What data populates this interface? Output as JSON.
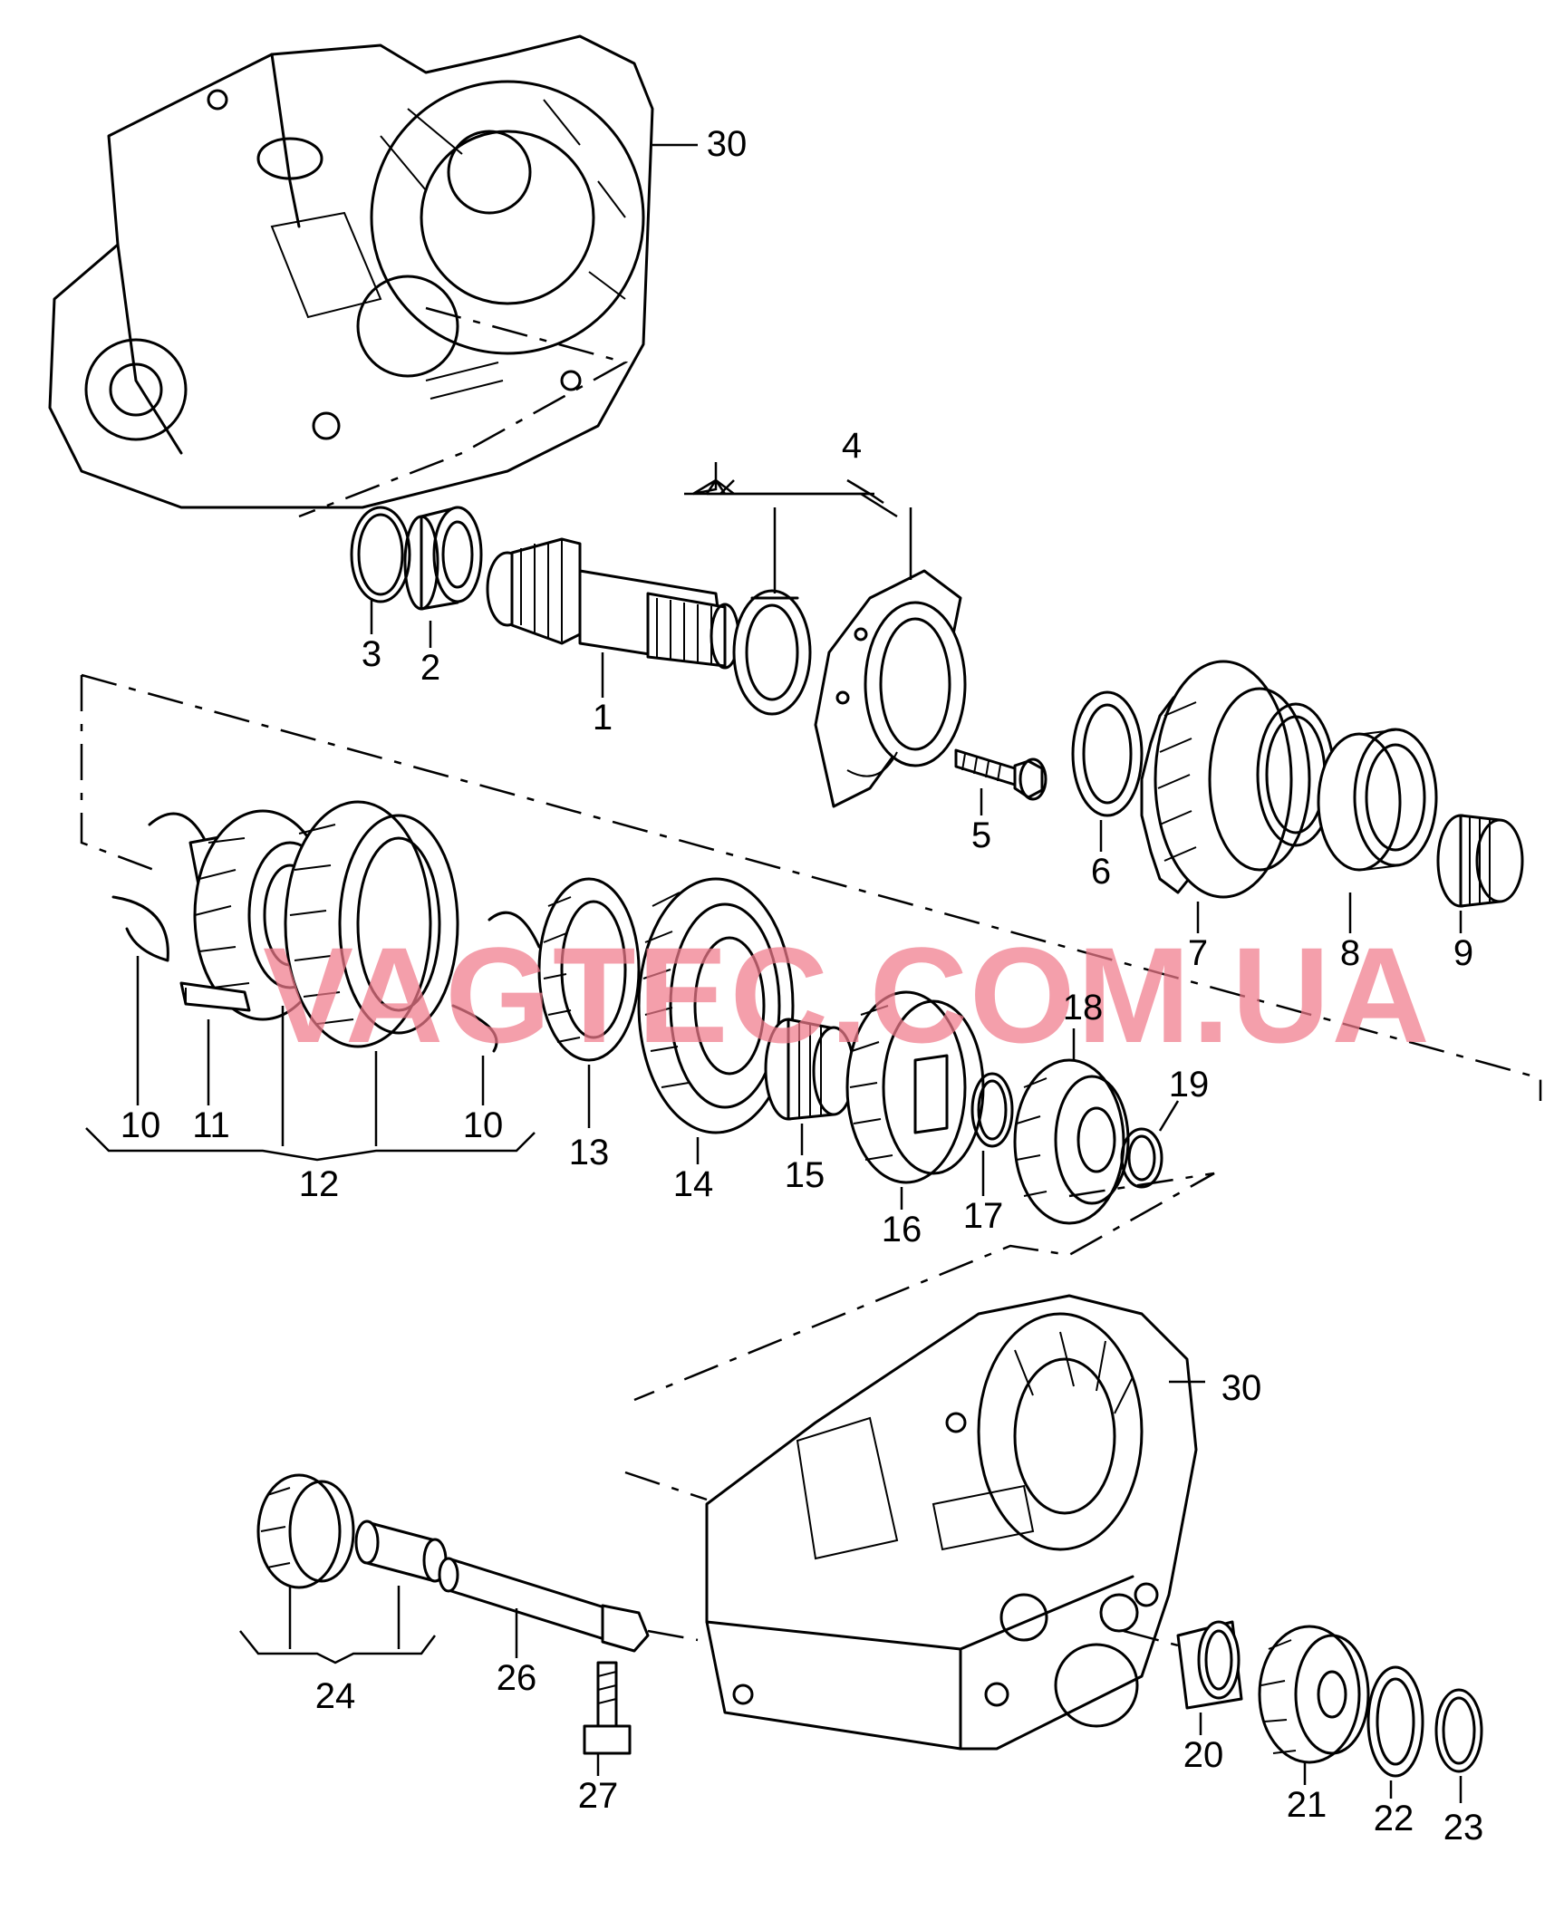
{
  "watermark": "VAGTEC.COM.UA",
  "parts": [
    {
      "id": "p1",
      "label": "1"
    },
    {
      "id": "p2",
      "label": "2"
    },
    {
      "id": "p3",
      "label": "3"
    },
    {
      "id": "p4",
      "label": "4"
    },
    {
      "id": "p5",
      "label": "5"
    },
    {
      "id": "p6",
      "label": "6"
    },
    {
      "id": "p7",
      "label": "7"
    },
    {
      "id": "p8",
      "label": "8"
    },
    {
      "id": "p9",
      "label": "9"
    },
    {
      "id": "p10a",
      "label": "10"
    },
    {
      "id": "p11",
      "label": "11"
    },
    {
      "id": "p10b",
      "label": "10"
    },
    {
      "id": "p12",
      "label": "12"
    },
    {
      "id": "p13",
      "label": "13"
    },
    {
      "id": "p14",
      "label": "14"
    },
    {
      "id": "p15",
      "label": "15"
    },
    {
      "id": "p16",
      "label": "16"
    },
    {
      "id": "p17",
      "label": "17"
    },
    {
      "id": "p18",
      "label": "18"
    },
    {
      "id": "p19",
      "label": "19"
    },
    {
      "id": "p20",
      "label": "20"
    },
    {
      "id": "p21",
      "label": "21"
    },
    {
      "id": "p22",
      "label": "22"
    },
    {
      "id": "p23",
      "label": "23"
    },
    {
      "id": "p24",
      "label": "24"
    },
    {
      "id": "p26",
      "label": "26"
    },
    {
      "id": "p27",
      "label": "27"
    },
    {
      "id": "p30a",
      "label": "30"
    },
    {
      "id": "p30b",
      "label": "30"
    }
  ]
}
